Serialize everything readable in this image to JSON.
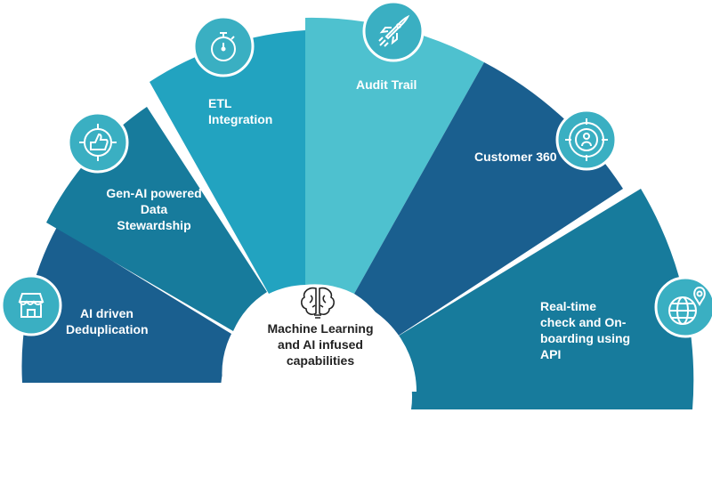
{
  "colors": {
    "dark_blue": "#1a5f8f",
    "mid_teal": "#177b9c",
    "teal": "#22a3c0",
    "light_teal": "#4ec1cf",
    "icon_circle": "#3aafc2",
    "center_text": "#222222"
  },
  "center": {
    "icon": "brain-icon",
    "lines": [
      "Machine Learning",
      "and AI infused",
      "capabilities"
    ]
  },
  "segments": [
    {
      "id": "dedup",
      "lines": [
        "AI driven",
        "Deduplication"
      ],
      "icon": "store-icon"
    },
    {
      "id": "stewardship",
      "lines": [
        "Gen-AI powered",
        "Data",
        "Stewardship"
      ],
      "icon": "thumbs-up-target-icon"
    },
    {
      "id": "etl",
      "lines": [
        "ETL",
        "Integration"
      ],
      "icon": "stopwatch-icon"
    },
    {
      "id": "audit",
      "lines": [
        "Audit Trail"
      ],
      "icon": "rocket-icon"
    },
    {
      "id": "customer",
      "lines": [
        "Customer 360"
      ],
      "icon": "target-person-icon"
    },
    {
      "id": "realtime",
      "lines": [
        "Real-time",
        "check and On-",
        "boarding using",
        "API"
      ],
      "icon": "globe-pin-icon"
    }
  ]
}
